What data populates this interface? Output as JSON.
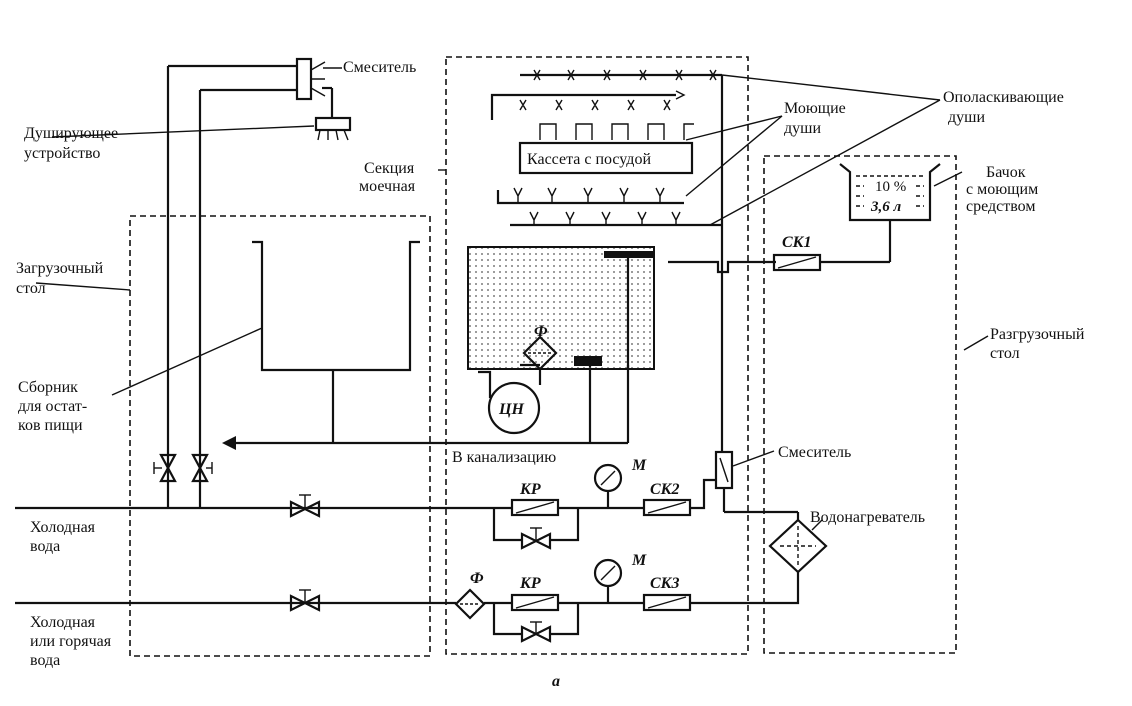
{
  "labels": {
    "mixer_top": "Смеситель",
    "shower_device": [
      "Душирующее",
      "устройство"
    ],
    "washing_section": [
      "Секция",
      "моечная"
    ],
    "washing_showers": [
      "Моющие",
      "души"
    ],
    "rinsing_showers": [
      "Ополаскивающие",
      "души"
    ],
    "cassette": "Кассета с посудой",
    "tank": [
      "Бачок",
      "с моющим",
      "средством"
    ],
    "tank_values": [
      "10 %",
      "3,6 л"
    ],
    "loading_table": [
      "Загрузочный",
      "стол"
    ],
    "unloading_table": [
      "Разгрузочный",
      "стол"
    ],
    "collector": [
      "Сборник",
      "для остат-",
      "ков пищи"
    ],
    "sewer": "В канализацию",
    "mixer_mid": "Смеситель",
    "water_heater": "Водонагреватель",
    "cold_water": [
      "Холодная",
      "вода"
    ],
    "cold_hot_water": [
      "Холодная",
      "или горячая",
      "вода"
    ],
    "caption": "а"
  },
  "components": {
    "filter": "Ф",
    "pump": "ЦН",
    "gauge": "М",
    "reducer": "КР",
    "sk1": "СК1",
    "sk2": "СК2",
    "sk3": "СК3"
  }
}
